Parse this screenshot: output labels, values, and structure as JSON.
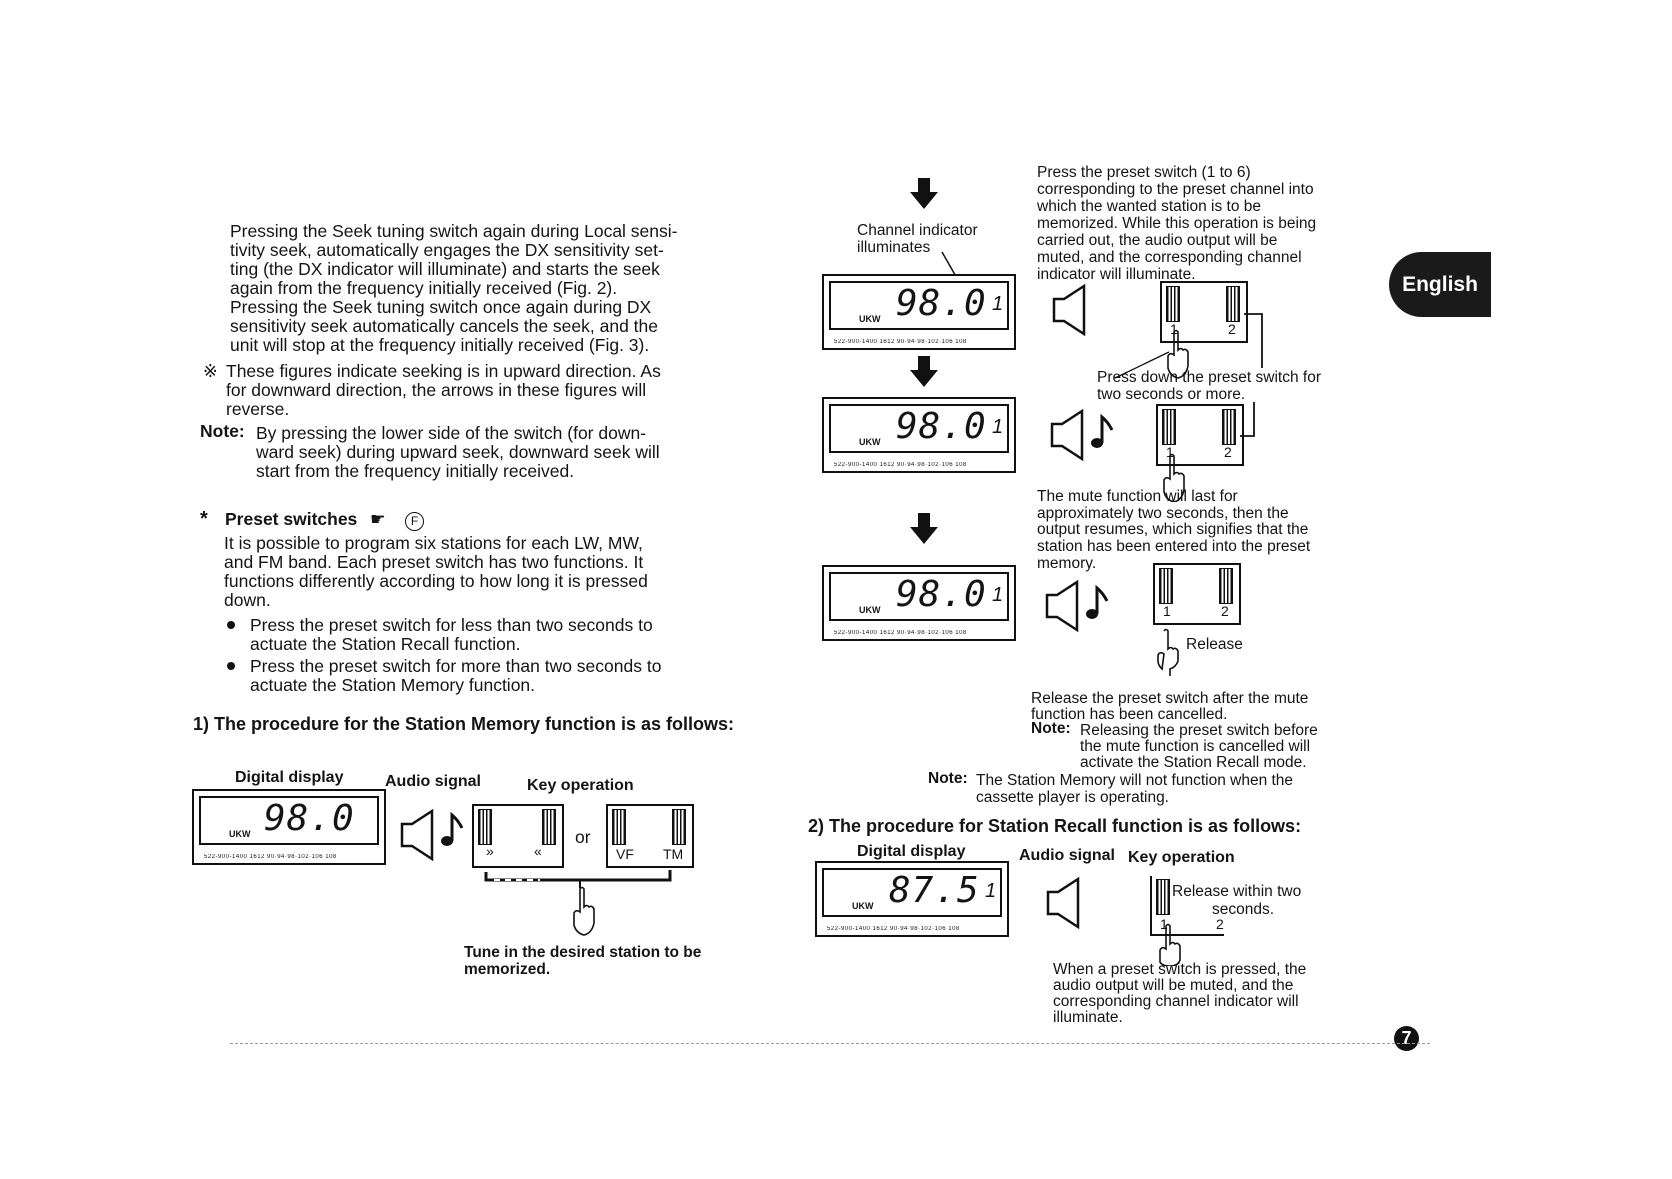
{
  "left_text": {
    "lines": [
      "Pressing the Seek tuning switch again during Local sensi-",
      "tivity seek, automatically engages the DX sensitivity set-",
      "ting (the DX indicator will illuminate) and starts the seek",
      "again from the frequency initially received (Fig. 2).",
      "Pressing the Seek tuning switch once again during DX",
      "sensitivity seek automatically cancels the seek, and the",
      "unit will stop at the frequency initially received (Fig. 3)."
    ],
    "figures_note_mark": "※",
    "figures_note_lines": [
      "These figures indicate seeking is in upward direction. As",
      "for downward direction, the arrows in these figures will",
      "reverse."
    ],
    "note_label": "Note:",
    "note_lines": [
      "By pressing the lower side of the switch (for down-",
      "ward seek) during upward seek, downward seek will",
      "start from the frequency initially received."
    ]
  },
  "preset": {
    "star": "*",
    "heading": "Preset switches",
    "ref_symbol": "☛",
    "ref_letter": "F",
    "lines": [
      "It is possible to program six stations for each LW, MW,",
      "and FM band. Each preset switch has two functions. It",
      "functions differently according to how long it is pressed",
      "down."
    ],
    "bullets": [
      [
        "Press the preset switch for less than two seconds to",
        "actuate the Station Recall function."
      ],
      [
        "Press the preset switch for more than two seconds to",
        "actuate the Station Memory function."
      ]
    ]
  },
  "procedure1": {
    "heading": "1)  The procedure for the Station Memory function is as follows:",
    "col_digital": "Digital display",
    "col_audio": "Audio signal",
    "col_key": "Key operation",
    "freq": "98.0",
    "or_label": "or",
    "key_vf": "VF",
    "key_tm": "TM",
    "caption_lines": [
      "Tune in the desired station to be",
      "memorized."
    ]
  },
  "lcd": {
    "band": "UKW",
    "scale": "522-900-1400  1612  90·94·98·102·106  108"
  },
  "right_column": {
    "channel_label_lines": [
      "Channel indicator",
      "illuminates"
    ],
    "step1_freq": "98.0",
    "step1_channel": "1",
    "step2_freq": "98.0",
    "step2_channel": "1",
    "step3_freq": "98.0",
    "step3_channel": "1",
    "top_text_lines": [
      "Press the preset switch (1 to 6)",
      "corresponding to the preset channel into",
      "which the wanted station is to be",
      "memorized. While this operation is being",
      "carried out, the audio output will be",
      "muted, and the corresponding channel",
      "indicator will illuminate."
    ],
    "press_down_lines": [
      "Press down the preset switch for",
      "two seconds or more."
    ],
    "mute_lines": [
      "The mute function will last for",
      "approximately two seconds, then the",
      "output resumes, which signifies that the",
      "station has been entered into the preset",
      "memory."
    ],
    "release_label": "Release",
    "release_text_lines": [
      "Release the preset switch after the mute",
      "function has been cancelled."
    ],
    "note1_label": "Note:",
    "note1_lines": [
      "Releasing the preset switch before",
      "the mute function is cancelled will",
      "activate the Station Recall mode."
    ],
    "note2_label": "Note:",
    "note2_lines": [
      "The Station Memory will not function when the",
      "cassette player is operating."
    ],
    "key1": "1",
    "key2": "2"
  },
  "procedure2": {
    "heading": "2)  The procedure for Station Recall function is as follows:",
    "col_digital": "Digital display",
    "col_audio": "Audio signal",
    "col_key": "Key operation",
    "freq": "87.5",
    "channel": "1",
    "release_lines": [
      "Release within two",
      "seconds."
    ],
    "caption_lines": [
      "When a preset switch is pressed, the",
      "audio output will be muted, and the",
      "corresponding channel indicator will",
      "illuminate."
    ]
  },
  "tab_label": "English",
  "page_number": "7"
}
